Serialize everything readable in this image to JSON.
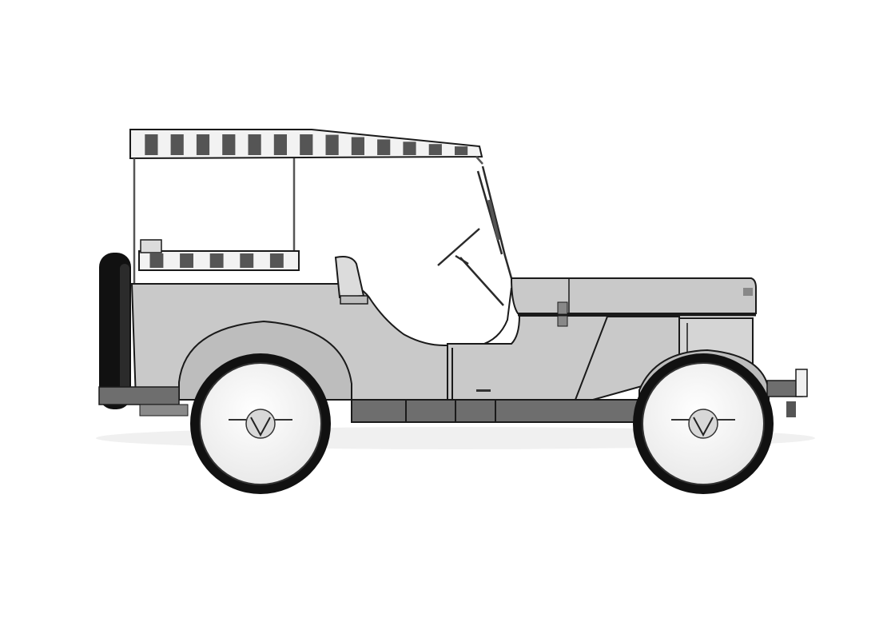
{
  "image": {
    "subject": "jeep-side-view-line-drawing",
    "palette": {
      "background": "#ffffff",
      "body_fill": "#c9c9c9",
      "fender_fill": "#bdbdbd",
      "outline": "#1a1a1a",
      "tire": "#111111",
      "hubcap": "#f4f4f4",
      "canopy_stripe_dark": "#555555",
      "canopy_stripe_light": "#f2f2f2",
      "chassis": "#6e6e6e",
      "frame_rail": "#8a8a8a"
    },
    "canopy_stripe_count": 13,
    "rear_rail_stripe_count": 5
  }
}
